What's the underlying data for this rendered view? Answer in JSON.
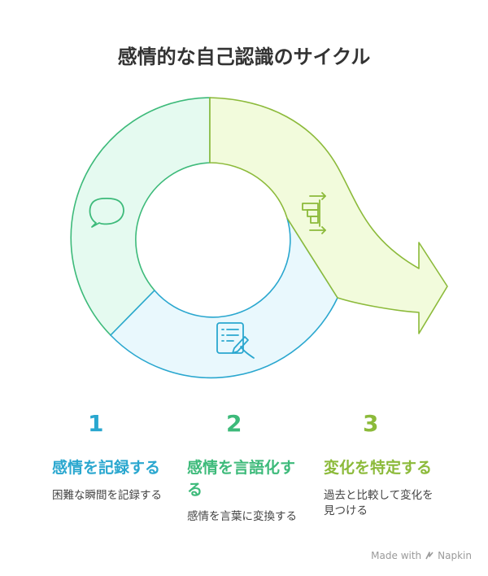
{
  "title": "感情的な自己認識のサイクル",
  "colors": {
    "step1": "#2aa7cf",
    "step2": "#3dba7a",
    "step3": "#8cba3a",
    "fill1": "#e9f8fd",
    "fill2": "#e5faf0",
    "fill3": "#f2fbdc"
  },
  "icons": [
    "speech-bubble-icon",
    "notepad-pen-icon",
    "bar-chart-arrows-icon"
  ],
  "steps": [
    {
      "number": "1",
      "title": "感情を記録する",
      "description": "困難な瞬間を記録する"
    },
    {
      "number": "2",
      "title": "感情を言語化する",
      "description": "感情を言葉に変換する"
    },
    {
      "number": "3",
      "title": "変化を特定する",
      "description": "過去と比較して変化を見つける"
    }
  ],
  "footer": {
    "made_with": "Made with",
    "brand": "Napkin"
  }
}
